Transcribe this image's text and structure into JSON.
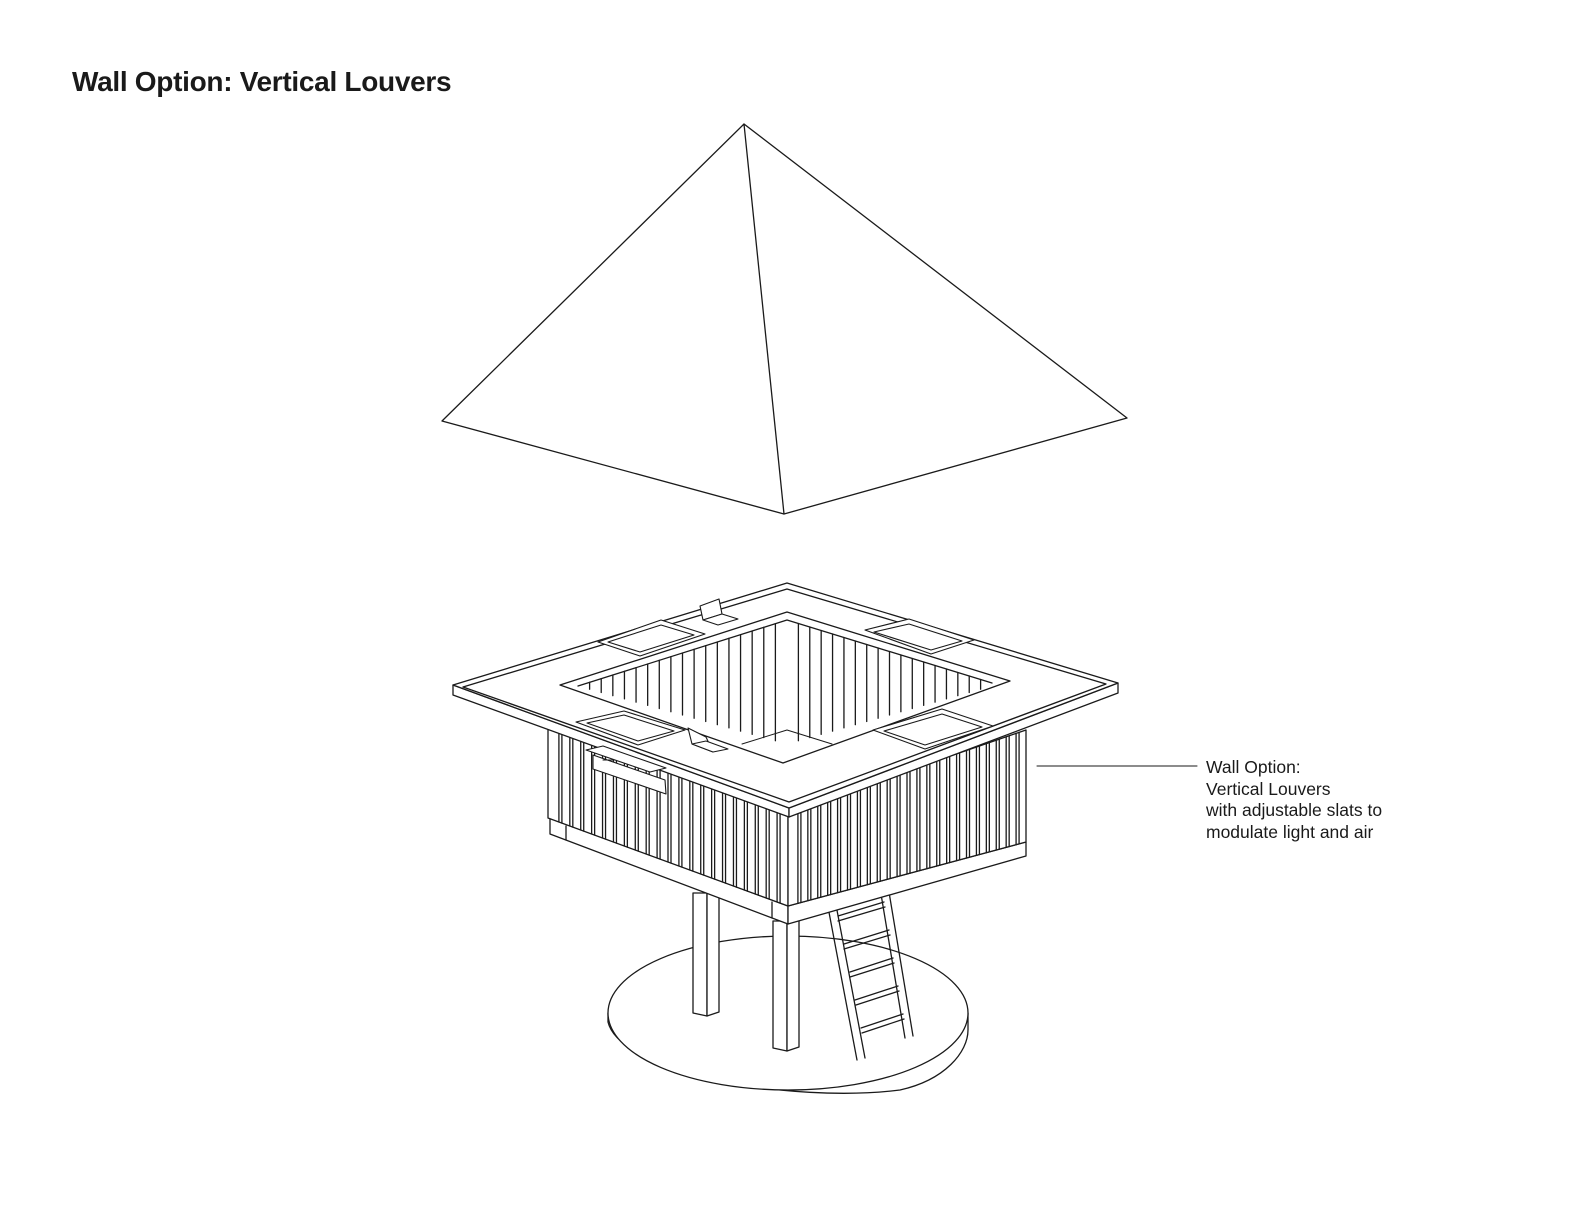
{
  "title": "Wall Option: Vertical Louvers",
  "callout": {
    "lines": [
      "Wall Option:",
      "Vertical Louvers",
      "with adjustable slats to",
      "modulate light and air"
    ]
  }
}
